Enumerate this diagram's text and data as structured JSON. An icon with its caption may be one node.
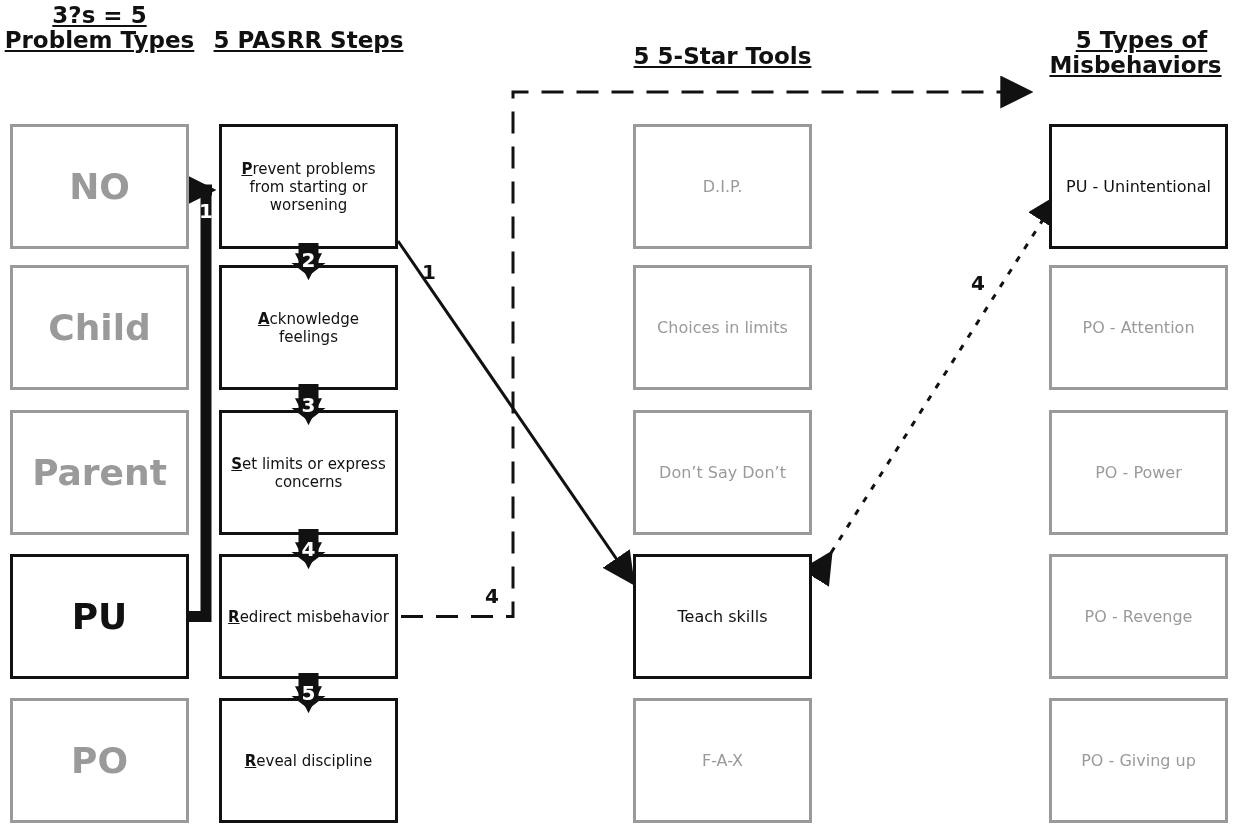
{
  "diagram": {
    "nodes": [
      {
        "text": [
          "NO"
        ]
      },
      {
        "text": [
          "Child"
        ]
      },
      {
        "text": [
          "Parent"
        ]
      },
      {
        "text": [
          "PU"
        ]
      },
      {
        "text": [
          "PO"
        ]
      },
      {
        "text": [
          "**P**revent problems from starting or worsening"
        ]
      },
      {
        "text": [
          "**A**cknowledge feelings"
        ]
      },
      {
        "text": [
          "**S**et limits or express concerns"
        ]
      },
      {
        "text": [
          "**R**edirect misbehavior"
        ]
      },
      {
        "text": [
          "**R**eveal discipline"
        ]
      },
      {
        "text": [
          "D.I.P."
        ]
      },
      {
        "text": [
          "Choices in limits"
        ]
      },
      {
        "text": [
          "Don’t Say Don’t"
        ]
      },
      {
        "text": [
          "Teach skills"
        ]
      },
      {
        "text": [
          "F-A-X"
        ]
      },
      {
        "text": [
          "5 Types of Misbehaviors"
        ]
      },
      {
        "text": [
          "PU - Unintentional"
        ]
      },
      {
        "text": [
          "PO - Attention"
        ]
      },
      {
        "text": [
          "PO - Power"
        ]
      },
      {
        "text": [
          "PO - Revenge"
        ]
      },
      {
        "text": [
          "PO - Giving up"
        ]
      }
    ],
    "edges": [
      {
        "from": 3,
        "to": 5,
        "arrow": "to",
        "label": "1",
        "style": "thick"
      },
      {
        "from": 5,
        "to": 6,
        "arrow": "to",
        "label": "2"
      },
      {
        "from": 6,
        "to": 7,
        "arrow": "to",
        "label": "3"
      },
      {
        "from": 7,
        "to": 8,
        "arrow": "to",
        "label": "4"
      },
      {
        "from": 8,
        "to": 9,
        "arrow": "to",
        "label": "5"
      },
      {
        "from": 5,
        "to": 13,
        "arrow": "to",
        "label": "1"
      },
      {
        "from": 8,
        "to": 15,
        "arrow": "to",
        "label": "4",
        "style": "dashed"
      },
      {
        "from": 13,
        "to": 16,
        "arrow": "to",
        "label": "4",
        "style": "dashed"
      }
    ],
    "labels": [
      "3?s = 5 Problem Types",
      "5 PASRR Steps",
      "5 5-Star Tools"
    ]
  }
}
